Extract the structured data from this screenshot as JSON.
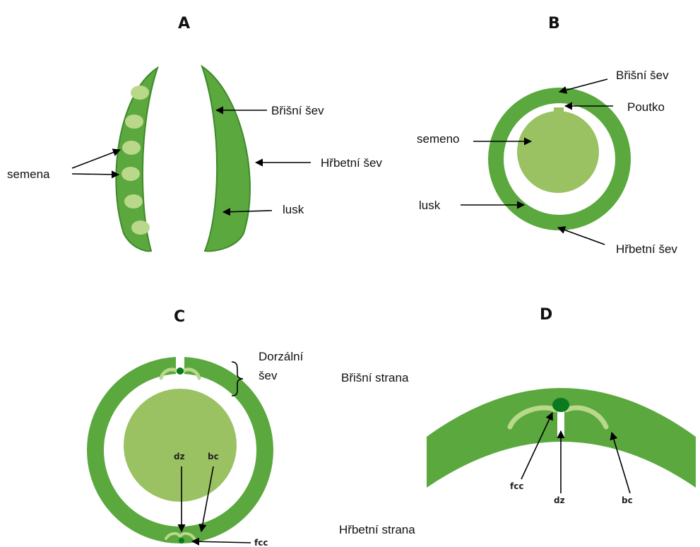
{
  "panels": {
    "a": {
      "letter": "A",
      "labels": {
        "semena": "semena",
        "brisni_sev": "Břišní šev",
        "hrbetni_sev": "Hřbetní šev",
        "lusk": "lusk"
      }
    },
    "b": {
      "letter": "B",
      "labels": {
        "brisni_sev": "Břišní šev",
        "poutko": "Poutko",
        "semeno": "semeno",
        "lusk": "lusk",
        "hrbetni_sev": "Hřbetní šev"
      }
    },
    "c": {
      "letter": "C",
      "labels": {
        "dorzalni_1": "Dorzální",
        "dorzalni_2": "šev",
        "brisni_strana": "Břišní strana",
        "dz": "dz",
        "bc": "bc",
        "fcc": "fcc",
        "hrbetni_strana": "Hřbetní strana"
      }
    },
    "d": {
      "letter": "D",
      "labels": {
        "fcc": "fcc",
        "dz": "dz",
        "bc": "bc"
      }
    }
  },
  "colors": {
    "pod_green": "#5aa83e",
    "pod_dark": "#3f8a2a",
    "seed_green": "#9bc262",
    "seed_light": "#b9d88a",
    "dot_green": "#0b7a1f"
  }
}
